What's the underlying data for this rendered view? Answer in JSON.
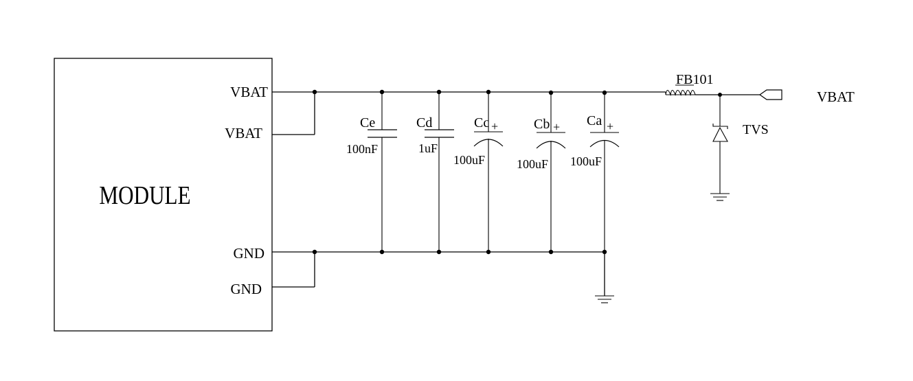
{
  "module": {
    "label": "MODULE",
    "pins": [
      "VBAT",
      "VBAT",
      "GND",
      "GND"
    ]
  },
  "capacitors": [
    {
      "ref": "Ce",
      "value": "100nF",
      "polarized": false
    },
    {
      "ref": "Cd",
      "value": "1uF",
      "polarized": false
    },
    {
      "ref": "Cc",
      "value": "100uF",
      "polarized": true
    },
    {
      "ref": "Cb",
      "value": "100uF",
      "polarized": true
    },
    {
      "ref": "Ca",
      "value": "100uF",
      "polarized": true
    }
  ],
  "polarity_mark": "+",
  "ferrite_bead": {
    "ref": "FB101"
  },
  "tvs": {
    "label": "TVS"
  },
  "connector": {
    "label": "VBAT"
  }
}
